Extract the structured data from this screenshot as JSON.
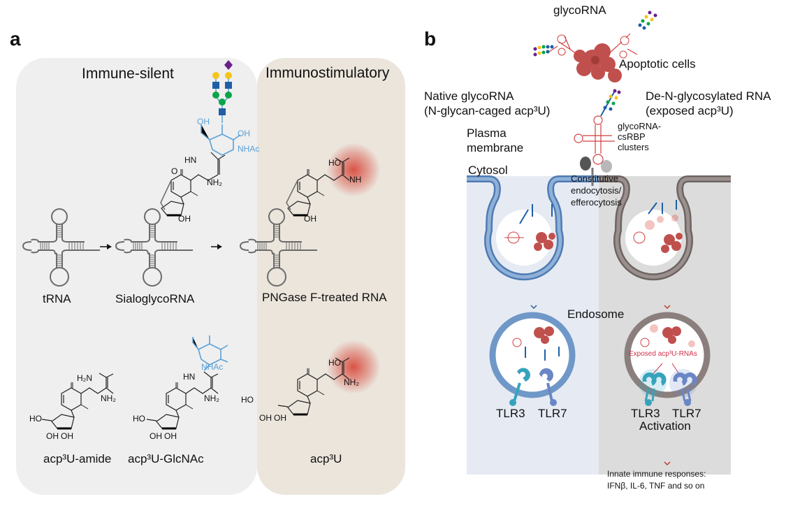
{
  "panel_a": {
    "letter": "a",
    "headers": {
      "immune_silent": "Immune-silent",
      "immunostimulatory": "Immunostimulatory"
    },
    "rna_labels": [
      "tRNA",
      "SialoglycoRNA",
      "PNGase F-treated RNA"
    ],
    "nucleoside_labels": [
      "acp³U-amide",
      "acp³U-GlcNAc",
      "acp³U"
    ],
    "chem_text": {
      "oh": "OH",
      "o": "O",
      "n": "N",
      "nh2": "NH₂",
      "nh": "NH",
      "hn": "HN",
      "ho": "HO",
      "h2n": "H₂N",
      "nhac": "NHAc"
    },
    "colors": {
      "silent_bg": "#efefef",
      "stim_bg": "#ebe5dc",
      "glycan_blue": "#5aa0d6",
      "highlight_red": "#d9453a"
    }
  },
  "panel_b": {
    "letter": "b",
    "top": {
      "glycorna": "glycoRNA",
      "apoptotic": "Apoptotic cells"
    },
    "native": {
      "line1": "Native glycoRNA",
      "line2": "(N-glycan-caged acp³U)"
    },
    "deglyco": {
      "line1": "De-N-glycosylated RNA",
      "line2": "(exposed acp³U)"
    },
    "plasma": {
      "line1": "Plasma",
      "line2": "membrane"
    },
    "cytosol": "Cytosol",
    "csrbp": {
      "line1": "glycoRNA-",
      "line2": "csRBP",
      "line3": "clusters"
    },
    "endocytosis": {
      "line1": "Constitutive",
      "line2": "endocytosis/",
      "line3": "efferocytosis"
    },
    "endosome": "Endosome",
    "exposed": "Exposed acp³U-RNAs",
    "tlr_left": [
      "TLR3",
      "TLR7"
    ],
    "tlr_right": [
      "TLR3",
      "TLR7"
    ],
    "activation": "Activation",
    "innate": {
      "line1": "Innate immune responses:",
      "line2": "IFNβ, IL-6, TNF and so on"
    },
    "colors": {
      "left_bg": "#e6ebf3",
      "right_bg": "#dcdcdc",
      "blue_membrane": "#6f98c8",
      "grey_membrane": "#8a7f7d",
      "apoptotic": "#c0504d",
      "tlr3": "#36a3bd",
      "tlr7": "#6a86c6"
    }
  }
}
